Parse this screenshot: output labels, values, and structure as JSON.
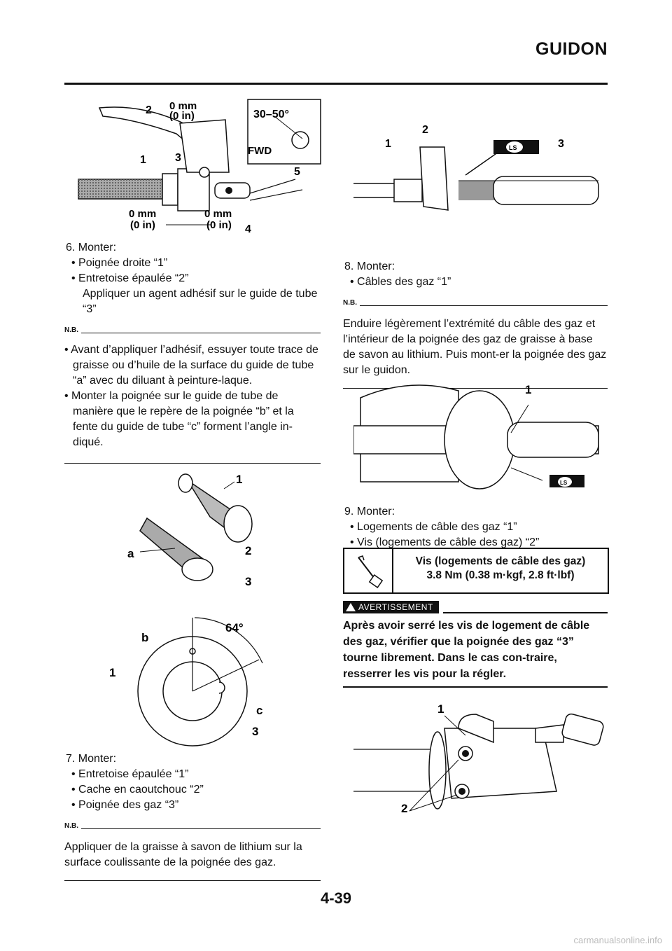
{
  "header": {
    "title": "GUIDON"
  },
  "left": {
    "fig1": {
      "labels": [
        "0 mm",
        "(0 in)",
        "2",
        "1",
        "3",
        "30–50°",
        "FWD",
        "5",
        "0 mm",
        "(0 in)",
        "0 mm",
        "(0 in)",
        "4"
      ]
    },
    "step6": {
      "title": "6. Monter:",
      "items": [
        "• Poignée droite “1”",
        "• Entretoise épaulée “2”"
      ],
      "note": "Appliquer un agent adhésif sur le guide de tube “3”"
    },
    "nb_label": "N.B.",
    "nb6": [
      "• Avant d’appliquer l’adhésif, essuyer toute trace de graisse ou d’huile de la surface du guide de tube “a” avec du diluant à peinture-laque.",
      "• Monter la poignée sur le guide de tube de manière que le repère de la poignée “b” et la fente du guide de tube “c” forment l’angle in-diqué."
    ],
    "fig2": {
      "labels": [
        "1",
        "a",
        "2",
        "3"
      ]
    },
    "fig3": {
      "labels": [
        "64°",
        "b",
        "1",
        "c",
        "3"
      ]
    },
    "step7": {
      "title": "7. Monter:",
      "items": [
        "• Entretoise épaulée “1”",
        "• Cache en caoutchouc “2”",
        "• Poignée des gaz “3”"
      ]
    },
    "nb7": "Appliquer de la graisse à savon de lithium sur la surface coulissante de la poignée des gaz."
  },
  "right": {
    "fig4": {
      "labels": [
        "2",
        "1",
        "3",
        "LS"
      ]
    },
    "step8": {
      "title": "8. Monter:",
      "items": [
        "• Câbles des gaz “1”"
      ]
    },
    "nb_label": "N.B.",
    "nb8": "Enduire légèrement l’extrémité du câble des gaz et l’intérieur de la poignée des gaz de graisse à base de savon au lithium. Puis mont-er la poignée des gaz sur le guidon.",
    "fig5": {
      "labels": [
        "1",
        "LS"
      ]
    },
    "step9": {
      "title": "9. Monter:",
      "items": [
        "• Logements de câble des gaz “1”",
        "• Vis (logements de câble des gaz) “2”"
      ]
    },
    "torque": {
      "line1": "Vis (logements de câble des gaz)",
      "line2": "3.8 Nm (0.38 m·kgf, 2.8 ft·lbf)"
    },
    "warning": {
      "label": "AVERTISSEMENT",
      "text": "Après avoir serré les vis de logement de câble des gaz, vérifier que la poignée des gaz “3” tourne librement. Dans le cas con-traire, resserrer les vis pour la régler."
    },
    "fig6": {
      "labels": [
        "1",
        "2"
      ]
    }
  },
  "footer": {
    "page": "4-39",
    "watermark": "carmanualsonline.info"
  }
}
